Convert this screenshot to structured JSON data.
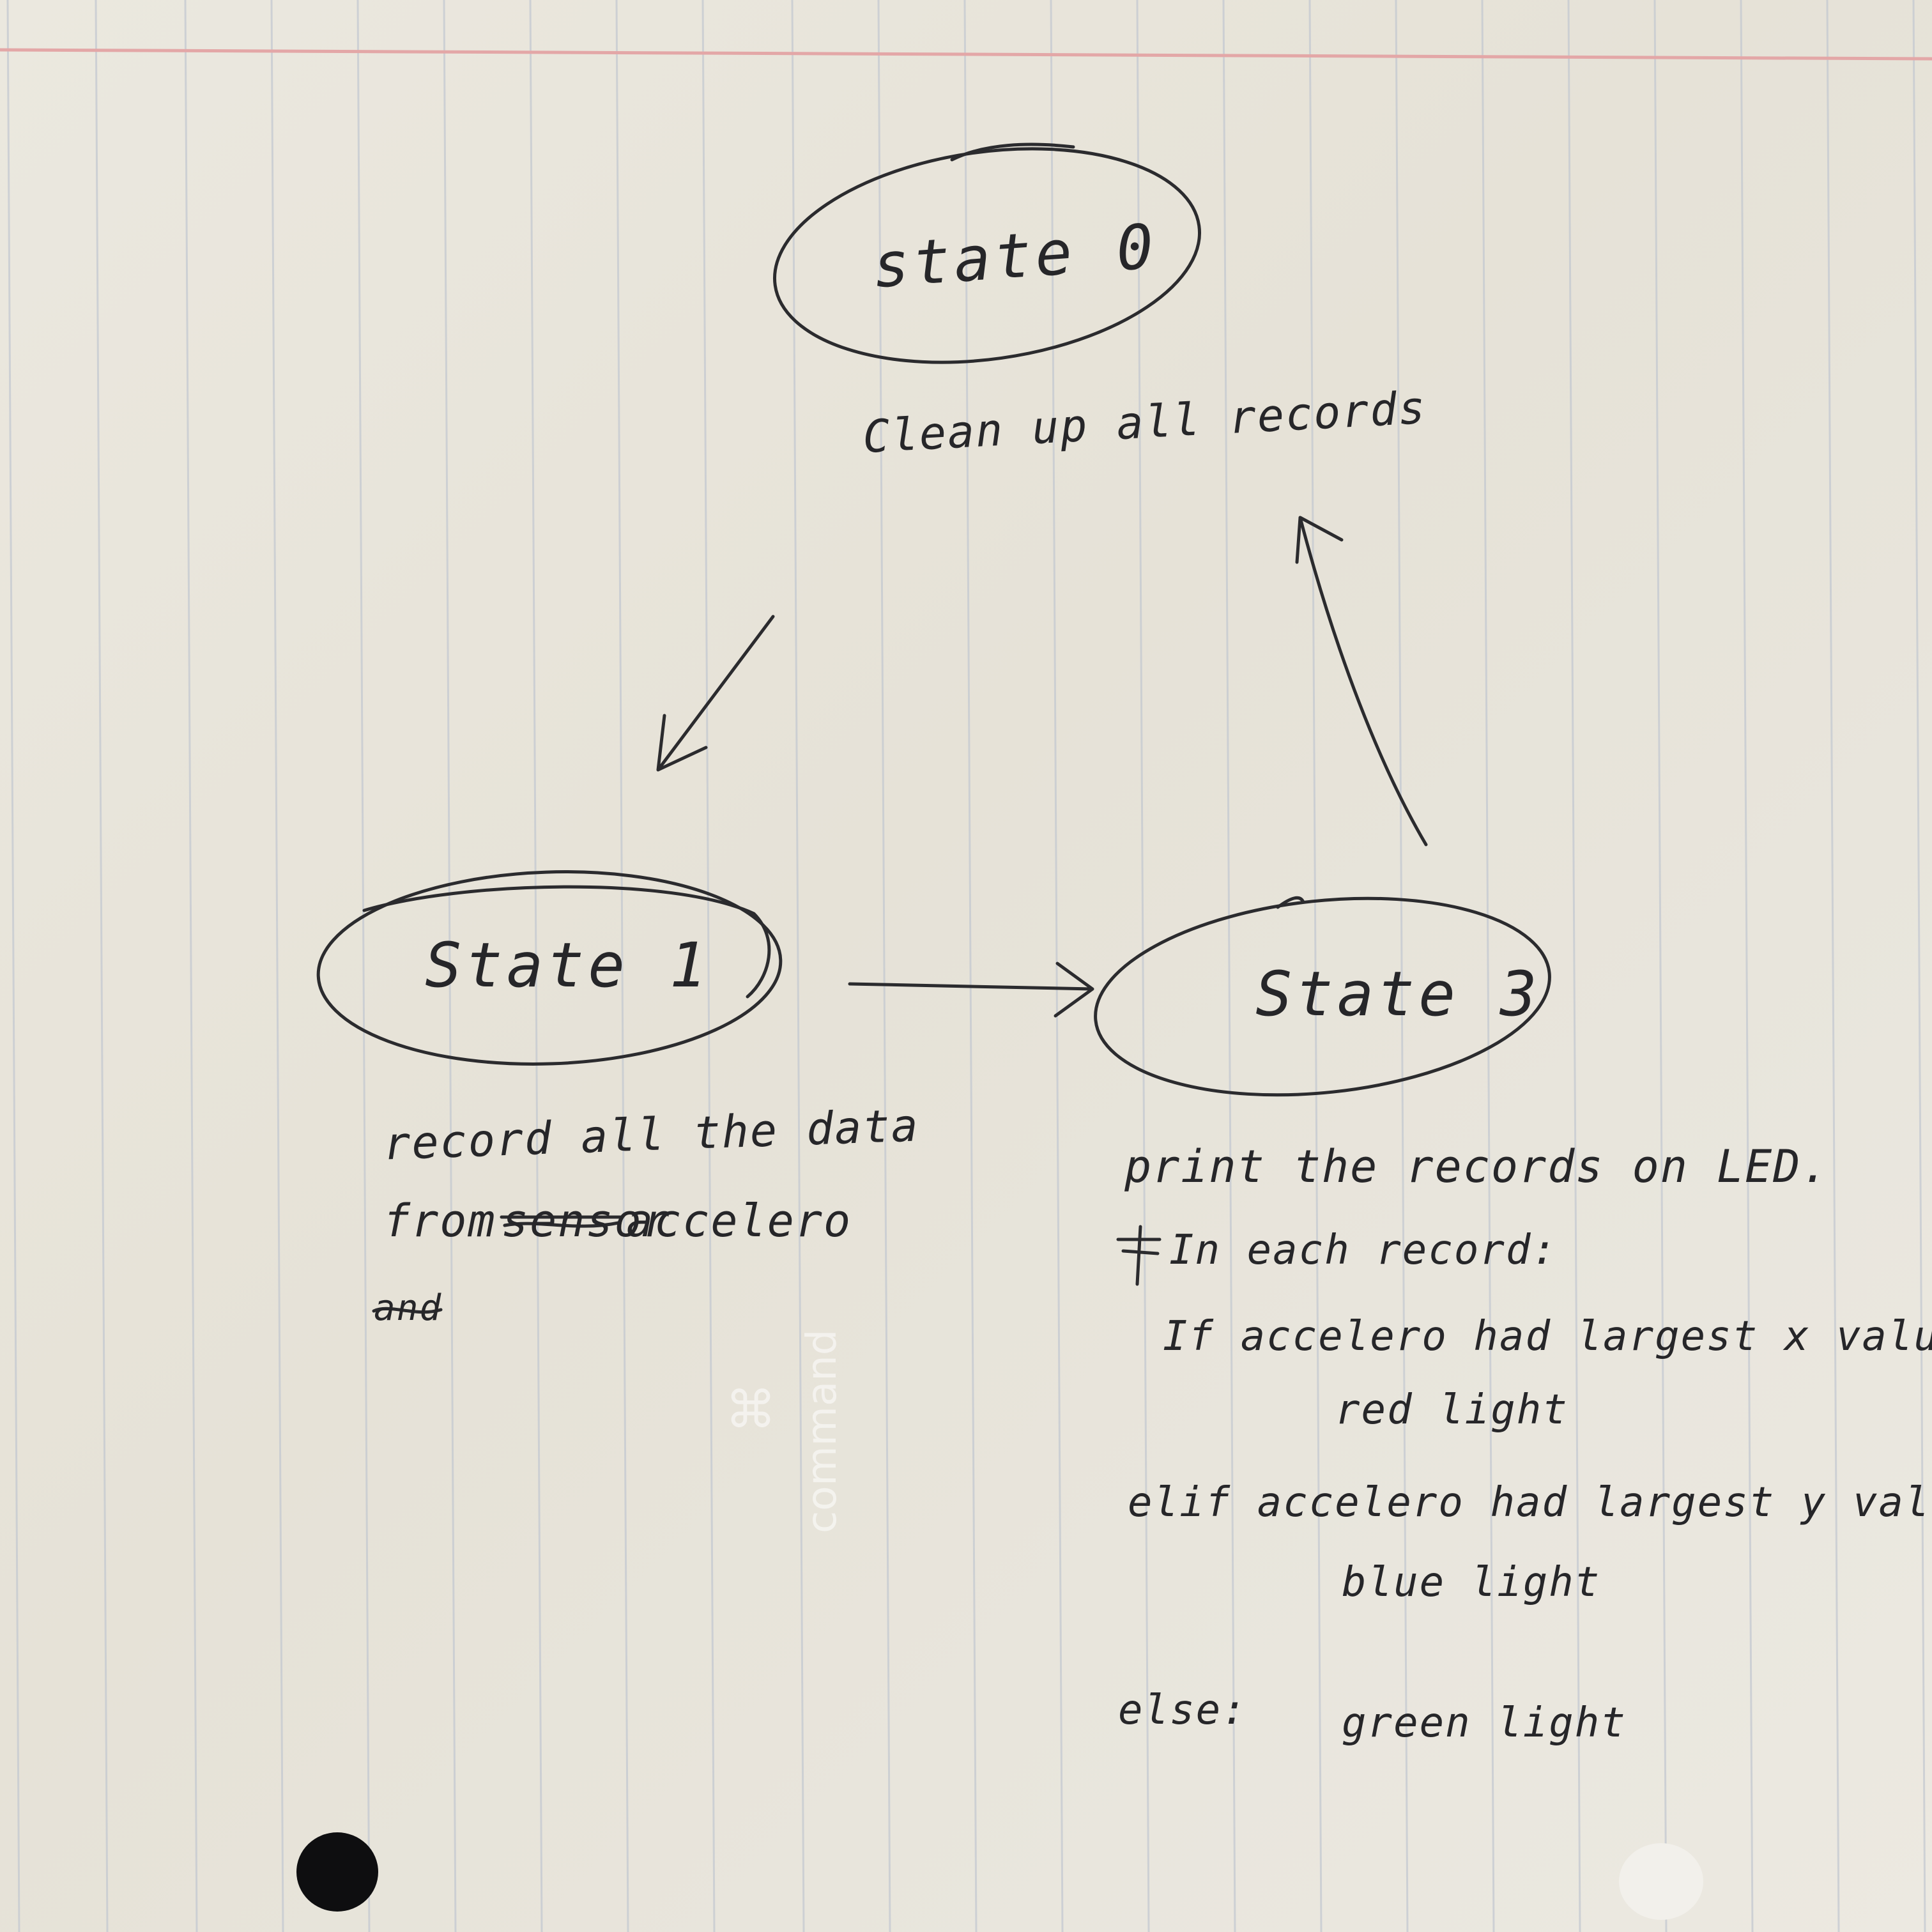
{
  "colors": {
    "paper": "#e9e6dc",
    "rule": "#c4c9d1",
    "margin": "#e3a7a7",
    "ink": "#2b2b2e",
    "hole": "#0e0e10"
  },
  "states": [
    {
      "label": "state 0",
      "description": [
        "Clean up all records"
      ]
    },
    {
      "label": "State 1",
      "description": [
        "record all the data",
        "from accelero",
        "and"
      ]
    },
    {
      "label": "State 3",
      "description": [
        "print the records on LED."
      ]
    }
  ],
  "transitions": [
    {
      "from": "state 0",
      "to": "State 1"
    },
    {
      "from": "State 1",
      "to": "State 3"
    },
    {
      "from": "State 3",
      "to": "state 0"
    }
  ],
  "struck_text": [
    "sensor"
  ],
  "pseudocode": [
    {
      "text": "In each record:"
    },
    {
      "text": "If accelero had largest x value:"
    },
    {
      "text": "red light"
    },
    {
      "text": "elif accelero had largest y value:"
    },
    {
      "text": "blue light"
    },
    {
      "text": "else:"
    },
    {
      "text": "green light"
    }
  ],
  "watermark": {
    "symbol": "⌘",
    "word": "command"
  },
  "icons": [
    "punch-hole-icon",
    "punch-hole-icon"
  ]
}
